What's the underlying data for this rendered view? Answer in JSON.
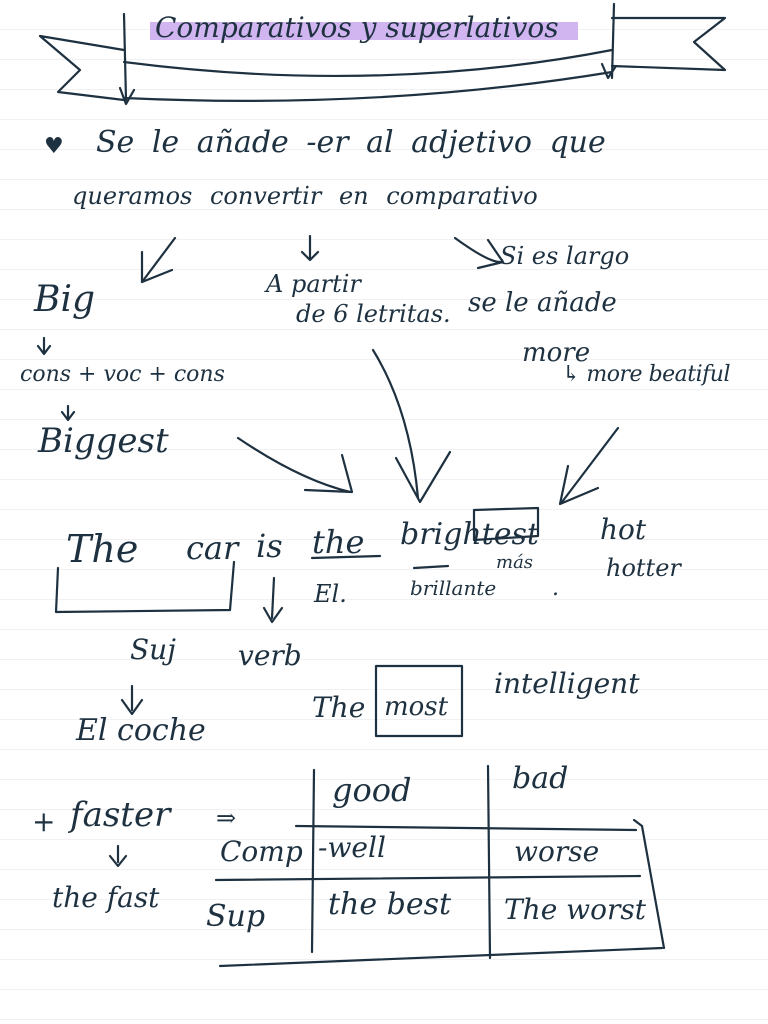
{
  "title": "Comparativos y superlativos",
  "rule": {
    "bullet": "♥",
    "line1": "Se le añade -er al adjetivo que",
    "line2": "queramos convertir en comparativo"
  },
  "branch_left": {
    "word": "Big",
    "pattern": "cons + voc + cons",
    "result": "Biggest"
  },
  "branch_middle": {
    "line1": "A partir",
    "line2": "de 6 letritas."
  },
  "branch_right": {
    "line1": "Si es largo",
    "line2": "se le añade",
    "line3": "more",
    "example": "↳ more beatiful"
  },
  "sentence": {
    "w_the": "The",
    "w_car": "car",
    "w_is": "is",
    "w_the2": "the",
    "w_brightest": "brightest",
    "t_el": "El.",
    "t_brillante": "brillante",
    "t_mas": "más",
    "t_dot": "."
  },
  "side_example": {
    "base": "hot",
    "comp": "hotter"
  },
  "labels": {
    "suj": "Suj",
    "el_coche": "El coche",
    "verb": "verb"
  },
  "most_example": {
    "the": "The",
    "most": "most",
    "adj": "intelligent"
  },
  "faster": {
    "plus": "+",
    "word": "faster",
    "arrow": "↓",
    "result": "the fast"
  },
  "table": {
    "arrow": "⇒",
    "headers": [
      "good",
      "bad"
    ],
    "rows": [
      {
        "label": "Comp",
        "good": "-well",
        "bad": "worse"
      },
      {
        "label": "Sup",
        "good": "the best",
        "bad": "The worst"
      }
    ]
  },
  "colors": {
    "ink": "#1e3140",
    "highlight": "#c9a8ee"
  }
}
